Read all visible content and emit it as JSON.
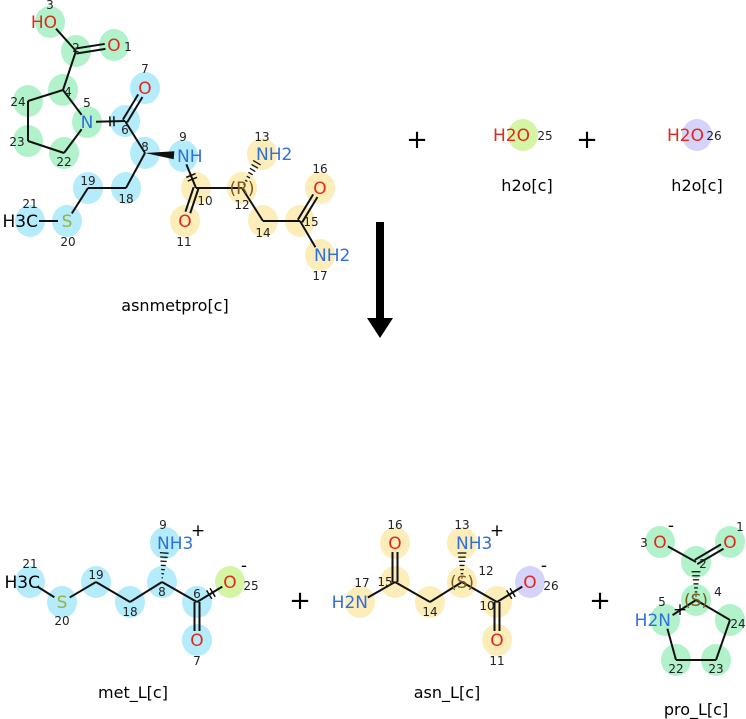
{
  "colors": {
    "green": "#b2f2cb",
    "blue": "#b4ecfb",
    "yellow": "#fdedb8",
    "lime": "#d4f5a4",
    "purple": "#d4d4fa",
    "O": "#e5261d",
    "N": "#2f6fe0",
    "S": "#9bb03a",
    "C": "#000000",
    "H": "#000000",
    "stereo": "#7a5a1a"
  },
  "reaction": {
    "reactants": [
      {
        "name": "asnmetpro[c]",
        "atoms": [
          {
            "num": "1",
            "label": "O"
          },
          {
            "num": "2",
            "label": ""
          },
          {
            "num": "3",
            "label": "HO"
          },
          {
            "num": "4",
            "label": ""
          },
          {
            "num": "5",
            "label": "N"
          },
          {
            "num": "6",
            "label": ""
          },
          {
            "num": "7",
            "label": "O"
          },
          {
            "num": "8",
            "label": ""
          },
          {
            "num": "9",
            "label": "NH"
          },
          {
            "num": "10",
            "label": ""
          },
          {
            "num": "11",
            "label": "O"
          },
          {
            "num": "12",
            "label": "(R)"
          },
          {
            "num": "13",
            "label": "NH2"
          },
          {
            "num": "14",
            "label": ""
          },
          {
            "num": "15",
            "label": ""
          },
          {
            "num": "16",
            "label": "O"
          },
          {
            "num": "17",
            "label": "NH2"
          },
          {
            "num": "18",
            "label": ""
          },
          {
            "num": "19",
            "label": ""
          },
          {
            "num": "20",
            "label": "S"
          },
          {
            "num": "21",
            "label": "H3C"
          },
          {
            "num": "22",
            "label": ""
          },
          {
            "num": "23",
            "label": ""
          },
          {
            "num": "24",
            "label": ""
          }
        ]
      },
      {
        "name": "h2o[c]",
        "atoms": [
          {
            "num": "25",
            "label": "H2O"
          }
        ]
      },
      {
        "name": "h2o[c]",
        "atoms": [
          {
            "num": "26",
            "label": "H2O"
          }
        ]
      }
    ],
    "products": [
      {
        "name": "met_L[c]",
        "atoms": [
          {
            "num": "21",
            "label": "H3C"
          },
          {
            "num": "20",
            "label": "S"
          },
          {
            "num": "19",
            "label": ""
          },
          {
            "num": "18",
            "label": ""
          },
          {
            "num": "8",
            "label": ""
          },
          {
            "num": "9",
            "label": "NH3",
            "charge": "+"
          },
          {
            "num": "6",
            "label": ""
          },
          {
            "num": "25",
            "label": "O",
            "charge": "-"
          },
          {
            "num": "7",
            "label": "O"
          }
        ]
      },
      {
        "name": "asn_L[c]",
        "atoms": [
          {
            "num": "17",
            "label": "H2N"
          },
          {
            "num": "15",
            "label": ""
          },
          {
            "num": "16",
            "label": "O"
          },
          {
            "num": "14",
            "label": ""
          },
          {
            "num": "12",
            "label": "(S)"
          },
          {
            "num": "13",
            "label": "NH3",
            "charge": "+"
          },
          {
            "num": "10",
            "label": ""
          },
          {
            "num": "26",
            "label": "O",
            "charge": "-"
          },
          {
            "num": "11",
            "label": "O"
          }
        ]
      },
      {
        "name": "pro_L[c]",
        "atoms": [
          {
            "num": "3",
            "label": "O",
            "charge": "-"
          },
          {
            "num": "1",
            "label": "O"
          },
          {
            "num": "2",
            "label": ""
          },
          {
            "num": "4",
            "label": "(S)"
          },
          {
            "num": "5",
            "label": "H2N",
            "charge": "+"
          },
          {
            "num": "24",
            "label": ""
          },
          {
            "num": "22",
            "label": ""
          },
          {
            "num": "23",
            "label": ""
          }
        ]
      }
    ],
    "plus_sign": "+"
  }
}
